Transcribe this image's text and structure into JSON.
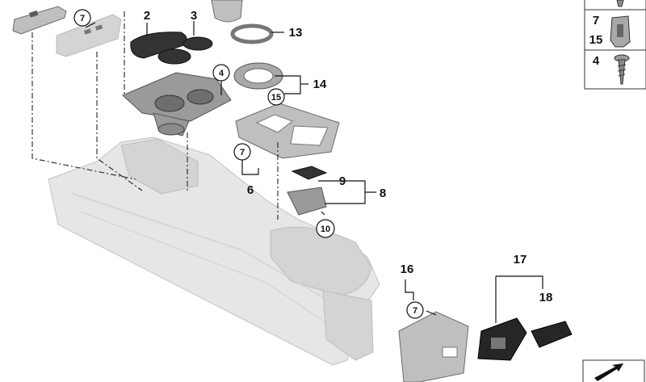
{
  "callouts": {
    "c2": "2",
    "c3": "3",
    "c4": "4",
    "c6": "6",
    "c7a": "7",
    "c7b": "7",
    "c7c": "7",
    "c8": "8",
    "c9": "9",
    "c10": "10",
    "c13": "13",
    "c14": "14",
    "c15": "15",
    "c16": "16",
    "c17": "17",
    "c18": "18"
  },
  "legend": {
    "row_clip": "7",
    "row_clip_alt": "15",
    "row_screw": "4"
  },
  "icons": {
    "corner": "direction-arrow-icon",
    "clip": "clip-nut-icon",
    "screw": "screw-icon",
    "plug": "plug-icon"
  }
}
